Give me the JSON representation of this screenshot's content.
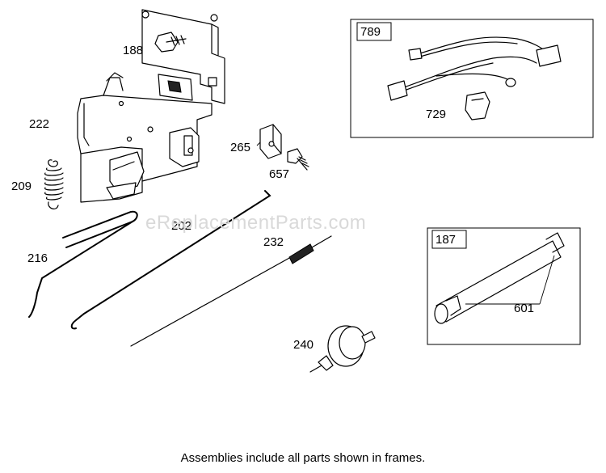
{
  "watermark": "eReplacementParts.com",
  "footnote": "Assemblies include all parts shown in frames.",
  "parts": {
    "p188": "188",
    "p222": "222",
    "p209": "209",
    "p265": "265",
    "p657": "657",
    "p216": "216",
    "p202": "202",
    "p232": "232",
    "p240": "240",
    "p729": "729",
    "p601": "601"
  },
  "frames": {
    "f789": "789",
    "f187": "187"
  }
}
